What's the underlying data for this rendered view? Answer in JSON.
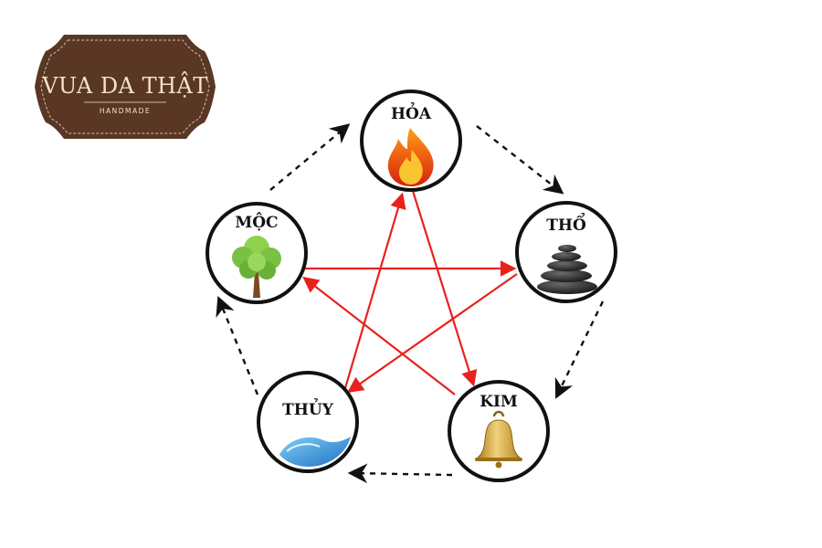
{
  "logo": {
    "title": "VUA DA THẬT",
    "subtitle": "HANDMADE"
  },
  "elements": [
    {
      "id": "hoa",
      "label": "HỎA",
      "icon": "fire-icon"
    },
    {
      "id": "tho",
      "label": "THỔ",
      "icon": "stacked-stones-icon"
    },
    {
      "id": "kim",
      "label": "KIM",
      "icon": "bell-icon"
    },
    {
      "id": "thuy",
      "label": "THỦY",
      "icon": "water-wave-icon"
    },
    {
      "id": "moc",
      "label": "MỘC",
      "icon": "tree-icon"
    }
  ],
  "colors": {
    "logo_brown": "#5a3624",
    "logo_text": "#f3e4c8",
    "generating_arrow": "#111111",
    "controlling_arrow": "#e8211d"
  }
}
